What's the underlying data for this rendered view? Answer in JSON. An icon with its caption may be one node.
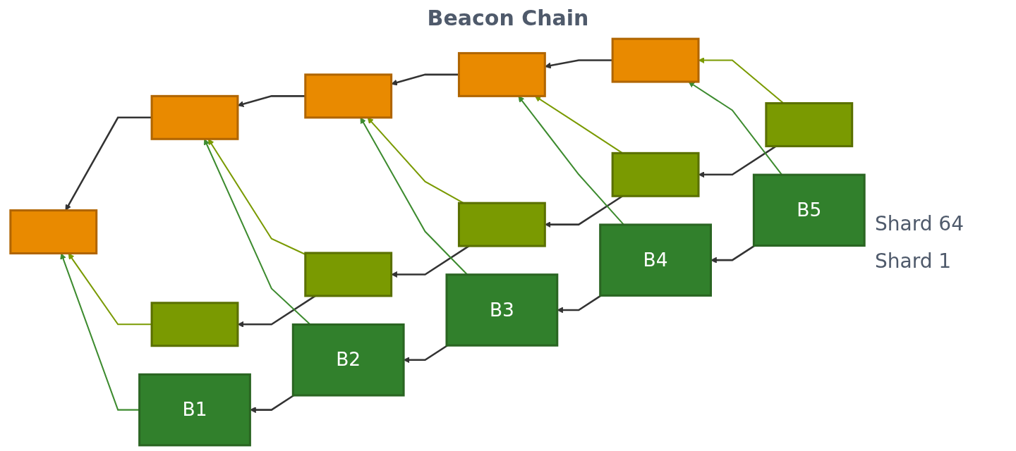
{
  "diagram": {
    "title": "Beacon Chain",
    "nodes": [
      {
        "text": [],
        "shape": "box"
      },
      {
        "text": [],
        "shape": "box"
      },
      {
        "text": [],
        "shape": "box"
      },
      {
        "text": [],
        "shape": "box"
      },
      {
        "text": [],
        "shape": "box"
      },
      {
        "text": [],
        "shape": "box"
      },
      {
        "text": [],
        "shape": "box"
      },
      {
        "text": [],
        "shape": "box"
      },
      {
        "text": [],
        "shape": "box"
      },
      {
        "text": [],
        "shape": "box"
      },
      {
        "text": [
          "B1"
        ]
      },
      {
        "text": [
          "B2"
        ]
      },
      {
        "text": [
          "B3"
        ]
      },
      {
        "text": [
          "B4"
        ]
      },
      {
        "text": [
          "B5"
        ]
      }
    ],
    "edges": [
      {
        "from": 1,
        "to": 0,
        "arrow": "to"
      },
      {
        "from": 2,
        "to": 1,
        "arrow": "to"
      },
      {
        "from": 3,
        "to": 2,
        "arrow": "to"
      },
      {
        "from": 4,
        "to": 3,
        "arrow": "to"
      },
      {
        "from": 6,
        "to": 5,
        "arrow": "to"
      },
      {
        "from": 7,
        "to": 6,
        "arrow": "to"
      },
      {
        "from": 8,
        "to": 7,
        "arrow": "to"
      },
      {
        "from": 9,
        "to": 8,
        "arrow": "to"
      },
      {
        "from": 11,
        "to": 10,
        "arrow": "to"
      },
      {
        "from": 12,
        "to": 11,
        "arrow": "to"
      },
      {
        "from": 13,
        "to": 12,
        "arrow": "to"
      },
      {
        "from": 14,
        "to": 13,
        "arrow": "to"
      },
      {
        "from": 5,
        "to": 0,
        "arrow": "to",
        "color": "#7a9a01"
      },
      {
        "from": 6,
        "to": 1,
        "arrow": "to",
        "color": "#7a9a01"
      },
      {
        "from": 7,
        "to": 2,
        "arrow": "to",
        "color": "#7a9a01"
      },
      {
        "from": 8,
        "to": 3,
        "arrow": "to",
        "color": "#7a9a01"
      },
      {
        "from": 9,
        "to": 4,
        "arrow": "to",
        "color": "#7a9a01"
      },
      {
        "from": 10,
        "to": 0,
        "arrow": "to",
        "color": "#3d8b2f"
      },
      {
        "from": 11,
        "to": 1,
        "arrow": "to",
        "color": "#3d8b2f"
      },
      {
        "from": 12,
        "to": 2,
        "arrow": "to",
        "color": "#3d8b2f"
      },
      {
        "from": 13,
        "to": 3,
        "arrow": "to",
        "color": "#3d8b2f"
      },
      {
        "from": 14,
        "to": 4,
        "arrow": "to",
        "color": "#3d8b2f"
      }
    ],
    "labels": [
      "Shard 64",
      "Shard 1"
    ]
  }
}
